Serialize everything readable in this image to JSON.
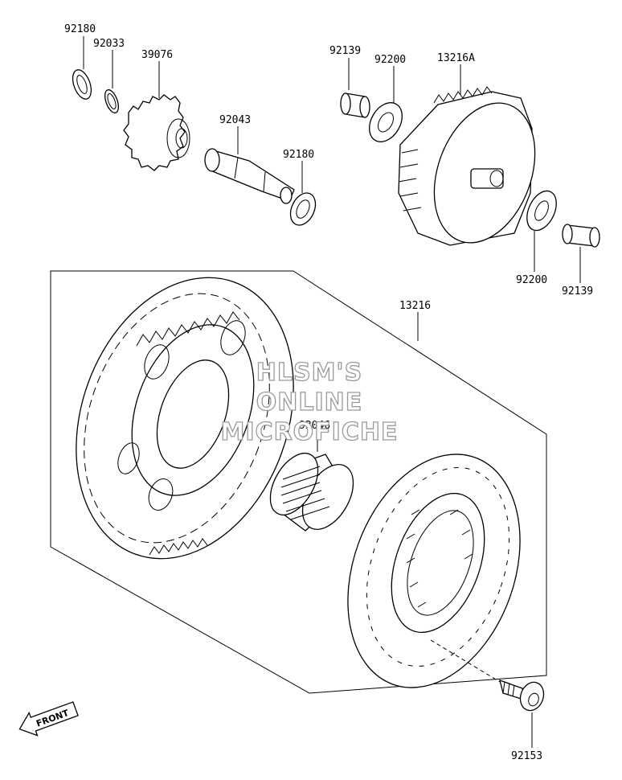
{
  "labels": {
    "p92180_top": "92180",
    "p92033": "92033",
    "p39076": "39076",
    "p92043": "92043",
    "p92180_mid": "92180",
    "p92139_top": "92139",
    "p92200_top": "92200",
    "p13216A": "13216A",
    "p92200_bot": "92200",
    "p92139_bot": "92139",
    "p13216": "13216",
    "p92046": "92046",
    "p92153": "92153"
  },
  "watermark": {
    "line1": "HLSM'S",
    "line2": "ONLINE",
    "line3": "MICROFICHE"
  },
  "front_indicator": {
    "label": "FRONT"
  },
  "icons": [
    "front-arrow-icon"
  ]
}
